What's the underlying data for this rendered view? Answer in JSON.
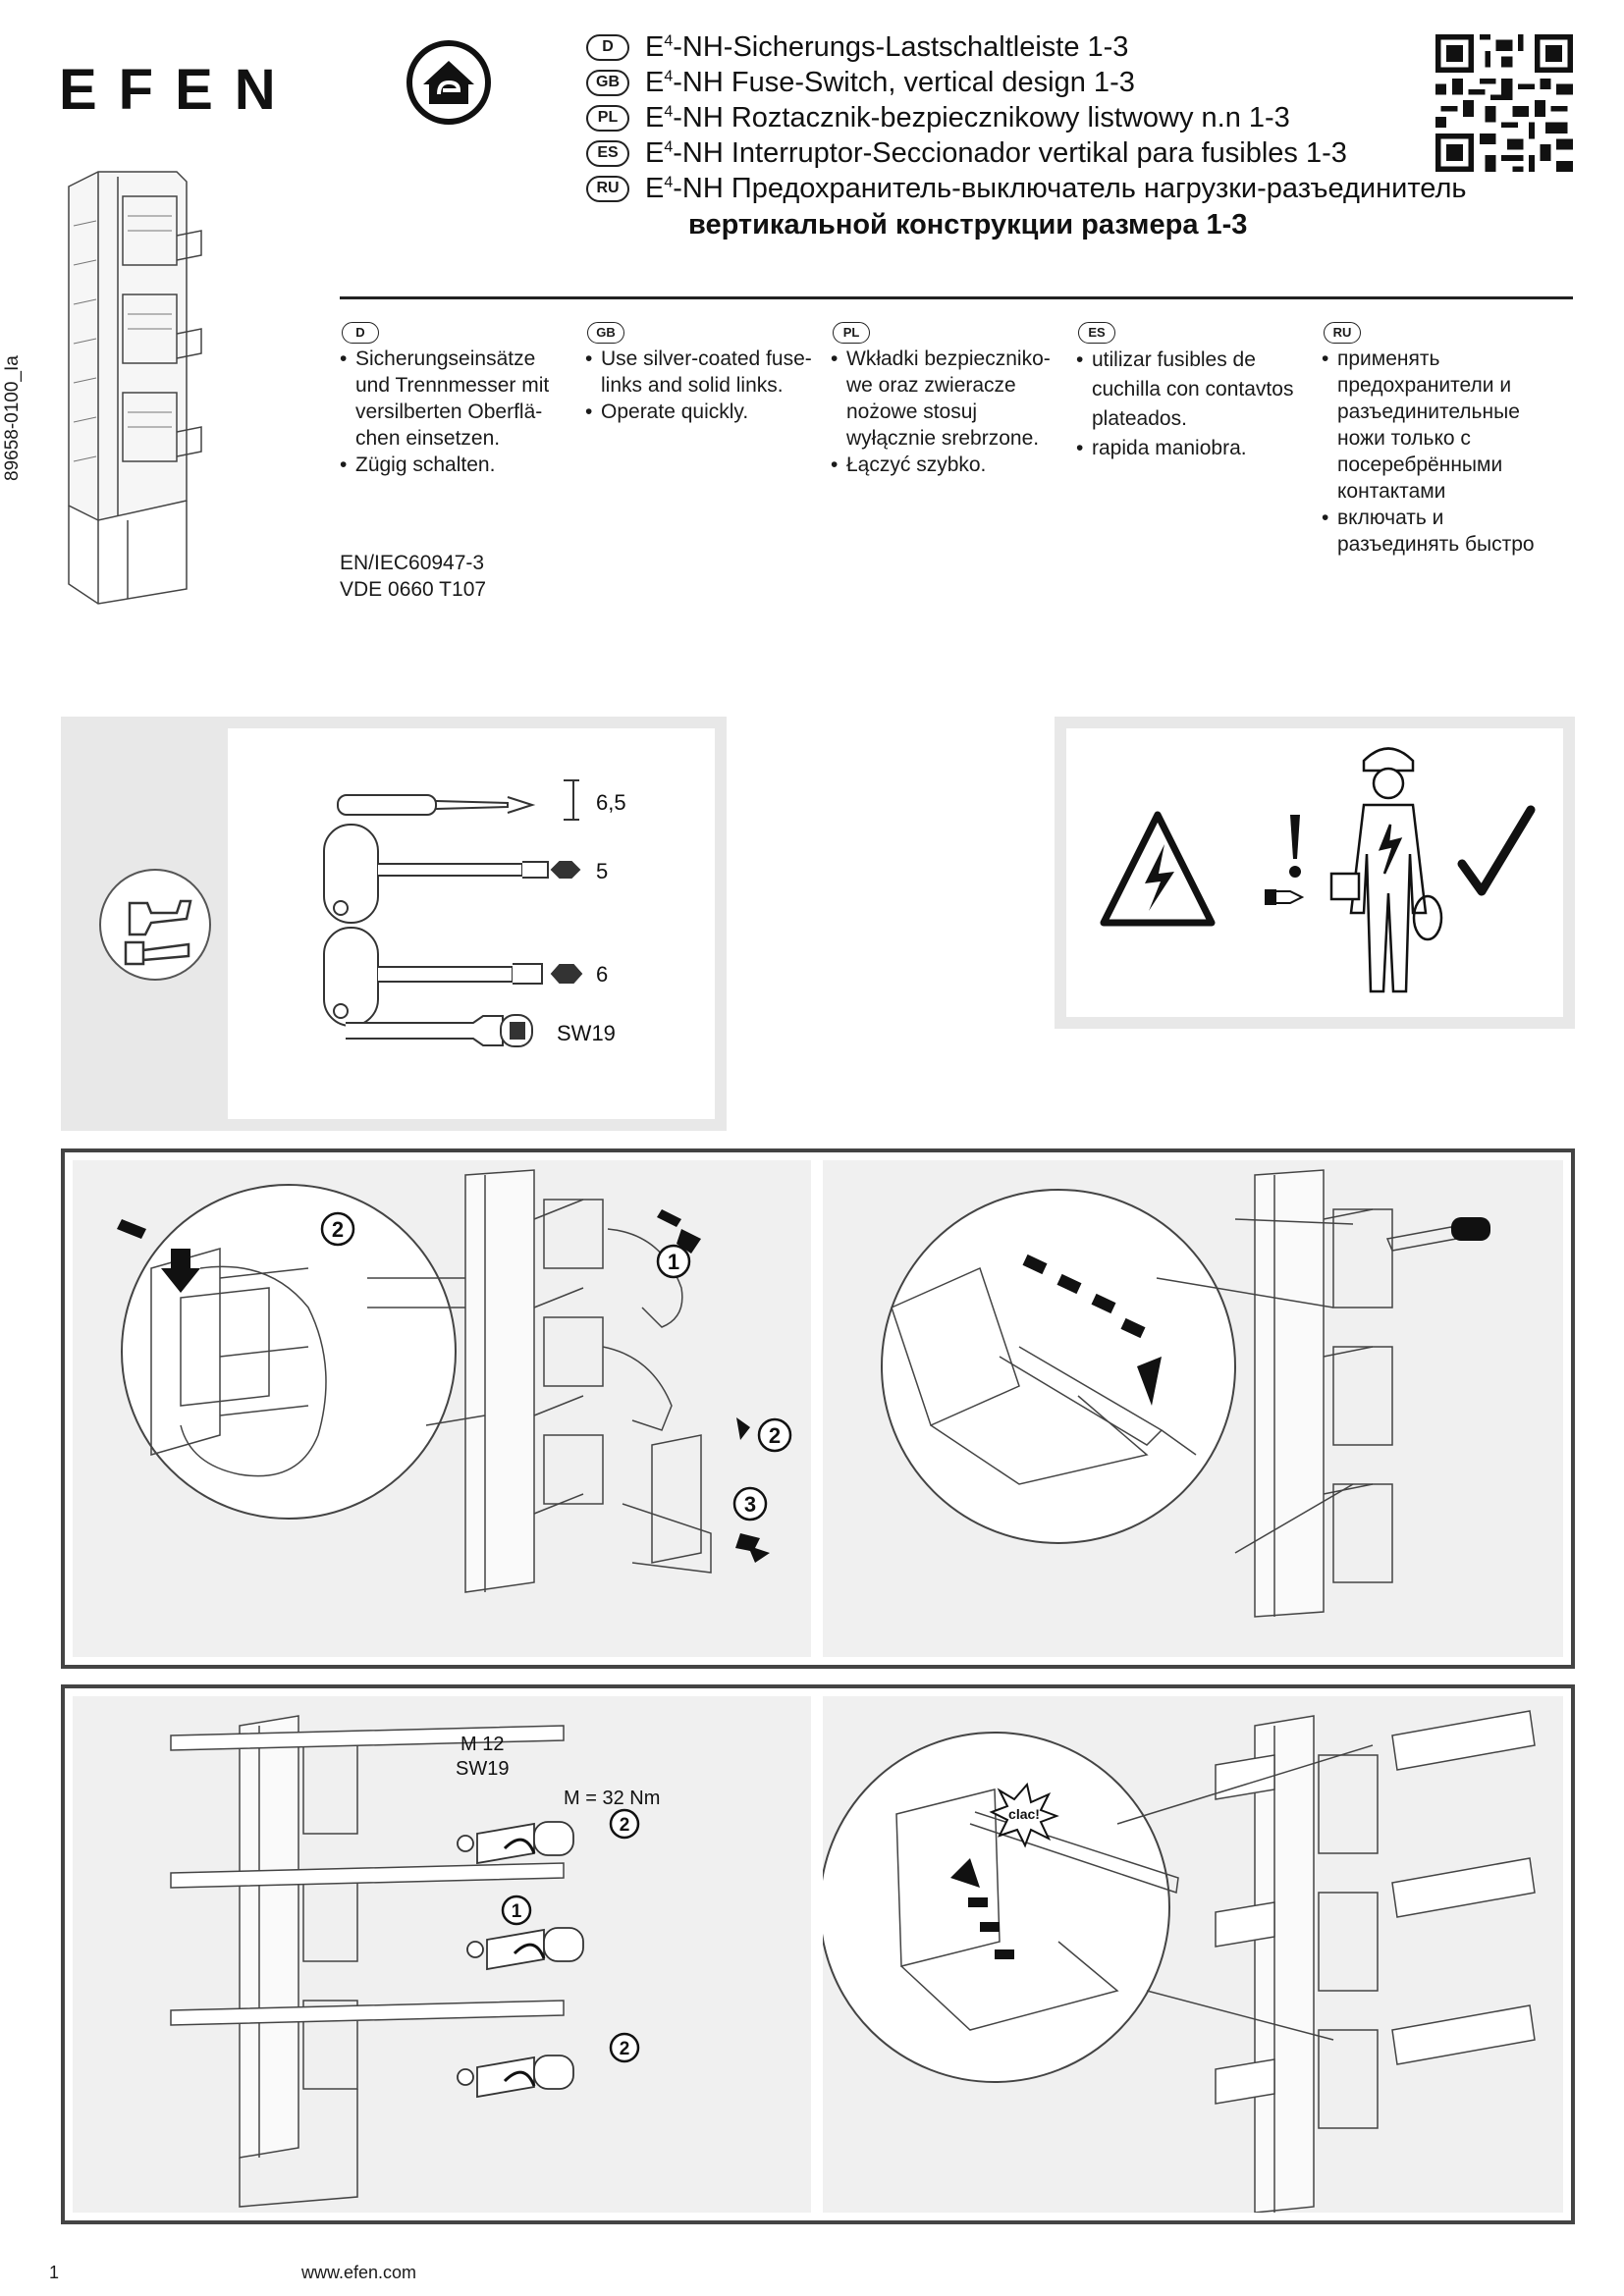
{
  "brand": {
    "name": "EFEN"
  },
  "doc_number": "89658-0100_Ia",
  "titles": [
    {
      "code": "D",
      "pre": "E",
      "sup": "4",
      "text": "-NH-Sicherungs-Lastschaltleiste 1-3"
    },
    {
      "code": "GB",
      "pre": "E",
      "sup": "4",
      "text": "-NH Fuse-Switch, vertical design 1-3"
    },
    {
      "code": "PL",
      "pre": "E",
      "sup": "4",
      "text": "-NH Roztacznik-bezpiecznikowy listwowy n.n 1-3"
    },
    {
      "code": "ES",
      "pre": "E",
      "sup": "4",
      "text": "-NH Interruptor-Seccionador vertikal para fusibles 1-3"
    },
    {
      "code": "RU",
      "pre": "E",
      "sup": "4",
      "text": "-NH Предохранитель-выключатель нагрузки-разъединитель"
    }
  ],
  "title_continuation": "вертикальной конструкции размера 1-3",
  "instructions": [
    {
      "code": "D",
      "items": [
        "Sicherungseinsätze und Trennmesser mit versilberten Oberflä-chen einsetzen.",
        "Zügig schalten."
      ]
    },
    {
      "code": "GB",
      "items": [
        "Use silver-coated fuse-links and solid links.",
        "Operate quickly."
      ]
    },
    {
      "code": "PL",
      "items": [
        "Wkładki bezpieczniko-we oraz zwieracze nożowe stosuj wyłącznie srebrzone.",
        "Łączyć szybko."
      ]
    },
    {
      "code": "ES",
      "items": [
        "utilizar fusibles de cuchilla con contavtos plateados.",
        "rapida maniobra."
      ]
    },
    {
      "code": "RU",
      "items": [
        "применять предохранители и разъединительные ножи только с посеребрёнными контактами",
        "включать и разъединять быстро"
      ]
    }
  ],
  "standards": [
    "EN/IEC60947-3",
    "VDE 0660 T107"
  ],
  "tools": {
    "screwdriver": "6,5",
    "hex5": "5",
    "hex6": "6",
    "socket": "SW19"
  },
  "assembly": {
    "step1": "1",
    "step2": "2",
    "step3": "3"
  },
  "mounting": {
    "bolt": "M 12",
    "wrench": "SW19",
    "torque": "M = 32 Nm",
    "step1": "1",
    "step2": "2"
  },
  "click_label": "clac!",
  "footer": {
    "page": "1",
    "url": "www.efen.com"
  },
  "colors": {
    "frame": "#444444",
    "panel": "#e8e8e8",
    "ink": "#1a1a1a"
  }
}
